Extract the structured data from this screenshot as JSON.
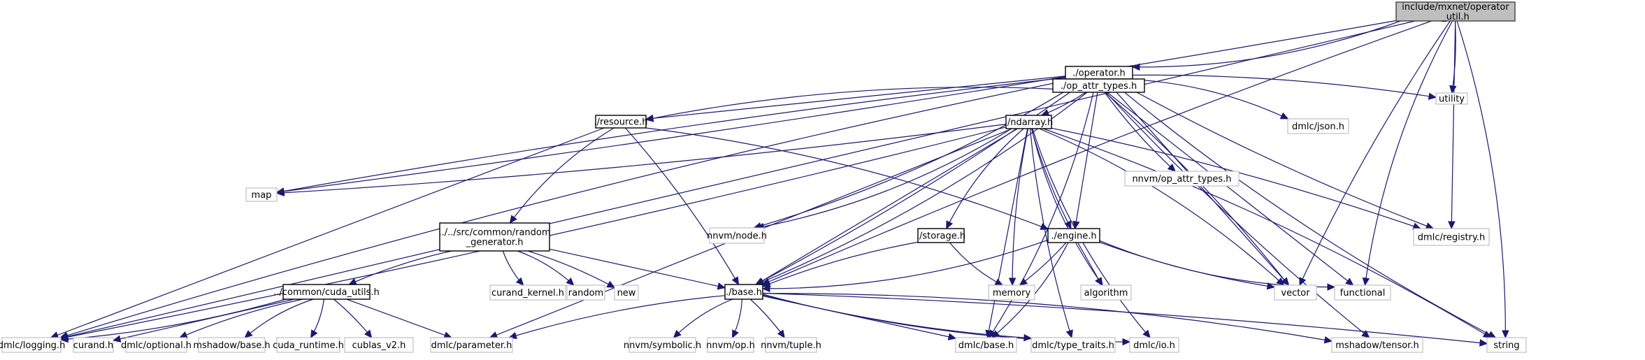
{
  "diagram": {
    "type": "include-dependency-graph",
    "colors": {
      "edge": "#191970",
      "root_fill": "#bfbfbf",
      "root_border": "#404040",
      "internal_border": "#000000",
      "external_border": "#c0c0c0",
      "node_fill": "#ffffff"
    },
    "nodes": [
      {
        "id": "root",
        "label": [
          "include/mxnet/operator",
          "_util.h"
        ],
        "kind": "root"
      },
      {
        "id": "operator",
        "label": [
          "./operator.h"
        ],
        "kind": "internal"
      },
      {
        "id": "op_attr_types",
        "label": [
          "./op_attr_types.h"
        ],
        "kind": "internal"
      },
      {
        "id": "json",
        "label": [
          "dmlc/json.h"
        ],
        "kind": "external"
      },
      {
        "id": "utility",
        "label": [
          "utility"
        ],
        "kind": "external"
      },
      {
        "id": "resource",
        "label": [
          "./resource.h"
        ],
        "kind": "internal"
      },
      {
        "id": "ndarray",
        "label": [
          "./ndarray.h"
        ],
        "kind": "internal"
      },
      {
        "id": "nnvm_op_attr",
        "label": [
          "nnvm/op_attr_types.h"
        ],
        "kind": "external"
      },
      {
        "id": "map",
        "label": [
          "map"
        ],
        "kind": "external"
      },
      {
        "id": "random_gen",
        "label": [
          "../../src/common/random",
          "_generator.h"
        ],
        "kind": "internal"
      },
      {
        "id": "nnvm_node",
        "label": [
          "nnvm/node.h"
        ],
        "kind": "external"
      },
      {
        "id": "storage",
        "label": [
          "./storage.h"
        ],
        "kind": "internal"
      },
      {
        "id": "engine",
        "label": [
          "./engine.h"
        ],
        "kind": "internal"
      },
      {
        "id": "registry",
        "label": [
          "dmlc/registry.h"
        ],
        "kind": "external"
      },
      {
        "id": "cuda_utils",
        "label": [
          "../common/cuda_utils.h"
        ],
        "kind": "internal"
      },
      {
        "id": "curand_kernel",
        "label": [
          "curand_kernel.h"
        ],
        "kind": "external"
      },
      {
        "id": "random",
        "label": [
          "random"
        ],
        "kind": "external"
      },
      {
        "id": "new",
        "label": [
          "new"
        ],
        "kind": "external"
      },
      {
        "id": "base",
        "label": [
          "./base.h"
        ],
        "kind": "internal"
      },
      {
        "id": "memory",
        "label": [
          "memory"
        ],
        "kind": "external"
      },
      {
        "id": "algorithm",
        "label": [
          "algorithm"
        ],
        "kind": "external"
      },
      {
        "id": "vector",
        "label": [
          "vector"
        ],
        "kind": "external"
      },
      {
        "id": "functional",
        "label": [
          "functional"
        ],
        "kind": "external"
      },
      {
        "id": "logging",
        "label": [
          "dmlc/logging.h"
        ],
        "kind": "external"
      },
      {
        "id": "curand",
        "label": [
          "curand.h"
        ],
        "kind": "external"
      },
      {
        "id": "optional",
        "label": [
          "dmlc/optional.h"
        ],
        "kind": "external"
      },
      {
        "id": "mshadow_base",
        "label": [
          "mshadow/base.h"
        ],
        "kind": "external"
      },
      {
        "id": "cuda_runtime",
        "label": [
          "cuda_runtime.h"
        ],
        "kind": "external"
      },
      {
        "id": "cublas",
        "label": [
          "cublas_v2.h"
        ],
        "kind": "external"
      },
      {
        "id": "parameter",
        "label": [
          "dmlc/parameter.h"
        ],
        "kind": "external"
      },
      {
        "id": "symbolic",
        "label": [
          "nnvm/symbolic.h"
        ],
        "kind": "external"
      },
      {
        "id": "nnvm_op",
        "label": [
          "nnvm/op.h"
        ],
        "kind": "external"
      },
      {
        "id": "tuple",
        "label": [
          "nnvm/tuple.h"
        ],
        "kind": "external"
      },
      {
        "id": "dmlc_base",
        "label": [
          "dmlc/base.h"
        ],
        "kind": "external"
      },
      {
        "id": "type_traits",
        "label": [
          "dmlc/type_traits.h"
        ],
        "kind": "external"
      },
      {
        "id": "dmlc_io",
        "label": [
          "dmlc/io.h"
        ],
        "kind": "external"
      },
      {
        "id": "tensor",
        "label": [
          "mshadow/tensor.h"
        ],
        "kind": "external"
      },
      {
        "id": "string",
        "label": [
          "string"
        ],
        "kind": "external"
      }
    ],
    "edges": [
      [
        "root",
        "operator"
      ],
      [
        "root",
        "utility"
      ],
      [
        "root",
        "registry"
      ],
      [
        "root",
        "vector"
      ],
      [
        "root",
        "functional"
      ],
      [
        "root",
        "string"
      ],
      [
        "root",
        "map"
      ],
      [
        "root",
        "logging"
      ],
      [
        "root",
        "base"
      ],
      [
        "operator",
        "op_attr_types"
      ],
      [
        "operator",
        "json"
      ],
      [
        "operator",
        "utility"
      ],
      [
        "operator",
        "resource"
      ],
      [
        "operator",
        "map"
      ],
      [
        "operator",
        "logging"
      ],
      [
        "operator",
        "nnvm_node"
      ],
      [
        "operator",
        "base"
      ],
      [
        "operator",
        "vector"
      ],
      [
        "operator",
        "registry"
      ],
      [
        "operator",
        "string"
      ],
      [
        "operator",
        "dmlc_base"
      ],
      [
        "op_attr_types",
        "ndarray"
      ],
      [
        "op_attr_types",
        "engine"
      ],
      [
        "op_attr_types",
        "nnvm_op_attr"
      ],
      [
        "op_attr_types",
        "resource"
      ],
      [
        "op_attr_types",
        "base"
      ],
      [
        "op_attr_types",
        "vector"
      ],
      [
        "op_attr_types",
        "functional"
      ],
      [
        "op_attr_types",
        "tensor"
      ],
      [
        "resource",
        "random_gen"
      ],
      [
        "resource",
        "engine"
      ],
      [
        "resource",
        "base"
      ],
      [
        "resource",
        "logging"
      ],
      [
        "ndarray",
        "engine"
      ],
      [
        "ndarray",
        "storage"
      ],
      [
        "ndarray",
        "nnvm_node"
      ],
      [
        "ndarray",
        "map"
      ],
      [
        "ndarray",
        "base"
      ],
      [
        "ndarray",
        "memory"
      ],
      [
        "ndarray",
        "algorithm"
      ],
      [
        "ndarray",
        "vector"
      ],
      [
        "ndarray",
        "registry"
      ],
      [
        "ndarray",
        "dmlc_base"
      ],
      [
        "ndarray",
        "type_traits"
      ],
      [
        "ndarray",
        "dmlc_io"
      ],
      [
        "ndarray",
        "string"
      ],
      [
        "ndarray",
        "logging"
      ],
      [
        "ndarray",
        "parameter"
      ],
      [
        "random_gen",
        "cuda_utils"
      ],
      [
        "random_gen",
        "curand_kernel"
      ],
      [
        "random_gen",
        "random"
      ],
      [
        "random_gen",
        "new"
      ],
      [
        "random_gen",
        "base"
      ],
      [
        "storage",
        "base"
      ],
      [
        "storage",
        "memory"
      ],
      [
        "engine",
        "base"
      ],
      [
        "engine",
        "memory"
      ],
      [
        "engine",
        "algorithm"
      ],
      [
        "engine",
        "vector"
      ],
      [
        "engine",
        "functional"
      ],
      [
        "engine",
        "dmlc_base"
      ],
      [
        "cuda_utils",
        "logging"
      ],
      [
        "cuda_utils",
        "curand"
      ],
      [
        "cuda_utils",
        "optional"
      ],
      [
        "cuda_utils",
        "mshadow_base"
      ],
      [
        "cuda_utils",
        "cuda_runtime"
      ],
      [
        "cuda_utils",
        "cublas"
      ],
      [
        "cuda_utils",
        "parameter"
      ],
      [
        "base",
        "parameter"
      ],
      [
        "base",
        "symbolic"
      ],
      [
        "base",
        "nnvm_op"
      ],
      [
        "base",
        "tuple"
      ],
      [
        "base",
        "dmlc_base"
      ],
      [
        "base",
        "type_traits"
      ],
      [
        "base",
        "dmlc_io"
      ],
      [
        "base",
        "tensor"
      ],
      [
        "base",
        "string"
      ]
    ]
  }
}
